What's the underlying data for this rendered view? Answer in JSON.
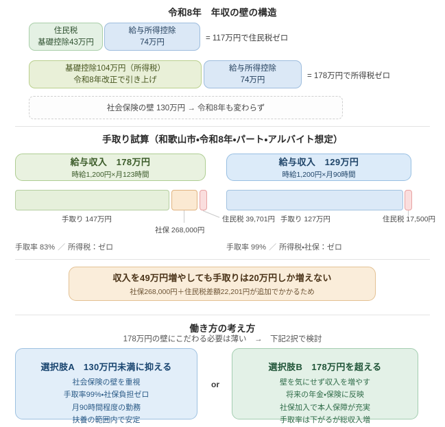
{
  "section1": {
    "title": "令和8年　年収の壁の構造",
    "row1": {
      "green": {
        "line1": "住民税",
        "line2": "基礎控除43万円"
      },
      "blue": {
        "line1": "給与所得控除",
        "line2": "74万円"
      },
      "note": "= 117万円で住民税ゼロ"
    },
    "row2": {
      "green": {
        "line1": "基礎控除104万円（所得税）",
        "line2": "令和8年改正で引き上げ"
      },
      "blue": {
        "line1": "給与所得控除",
        "line2": "74万円"
      },
      "note": "= 178万円で所得税ゼロ"
    },
    "dashed_note": "社会保険の壁 130万円 → 令和8年も変わらず"
  },
  "section2": {
    "title": "手取り試算（和歌山市・令和8年・パート・アルバイト想定）",
    "left": {
      "income_main": "給与収入　178万円",
      "income_sub": "時給1,200円×月123時間",
      "takehome_label": "手取り 147万円",
      "shaho_label": "社保 268,000円",
      "juminzei_label": "住民税 39,701円",
      "rate": "手取率 83%",
      "rate_sep": "／",
      "rate_note": "所得税：ゼロ"
    },
    "right": {
      "income_main": "給与収入　129万円",
      "income_sub": "時給1,200円×月90時間",
      "takehome_label": "手取り 127万円",
      "juminzei_label": "住民税 17,500円",
      "rate": "手取率 99%",
      "rate_sep": "／",
      "rate_note": "所得税・社保：ゼロ"
    }
  },
  "callout": {
    "head": "収入を49万円増やしても手取りは20万円しか増えない",
    "sub": "社保268,000円＋住民税差額22,201円が追加でかかるため"
  },
  "section3": {
    "title": "働き方の考え方",
    "subtitle": "178万円の壁にこだわる必要は薄い　→　下記2択で検討",
    "or": "or",
    "option_a": {
      "head": "選択肢A　130万円未満に抑える",
      "items": [
        "社会保険の壁を重視",
        "手取率99%・社保負担ゼロ",
        "月90時間程度の勤務",
        "扶養の範囲内で安定"
      ]
    },
    "option_b": {
      "head": "選択肢B　178万円を超える",
      "items": [
        "壁を気にせず収入を増やす",
        "将来の年金・保険に反映",
        "社保加入で本人保障が充実",
        "手取率は下がるが総収入増"
      ]
    }
  },
  "chart_data": {
    "type": "bar",
    "title": "手取り試算（和歌山市・令和8年・パート・アルバイト想定）",
    "orientation": "horizontal-stacked",
    "categories": [
      "給与収入 178万円",
      "給与収入 129万円"
    ],
    "series": [
      {
        "name": "手取り",
        "values": [
          1470000,
          1270000
        ],
        "labels": [
          "手取り 147万円",
          "手取り 127万円"
        ],
        "color": "#e6f0db"
      },
      {
        "name": "社保",
        "values": [
          268000,
          0
        ],
        "labels": [
          "社保 268,000円",
          ""
        ],
        "color": "#fbe9d2"
      },
      {
        "name": "住民税",
        "values": [
          39701,
          17500
        ],
        "labels": [
          "住民税 39,701円",
          "住民税 17,500円"
        ],
        "color": "#fadede"
      }
    ],
    "totals": [
      1780000,
      1290000
    ],
    "takehome_rates": [
      "83%",
      "99%"
    ],
    "hourly_wage": 1200,
    "monthly_hours": [
      123,
      90
    ],
    "grid": false,
    "legend": "none"
  }
}
